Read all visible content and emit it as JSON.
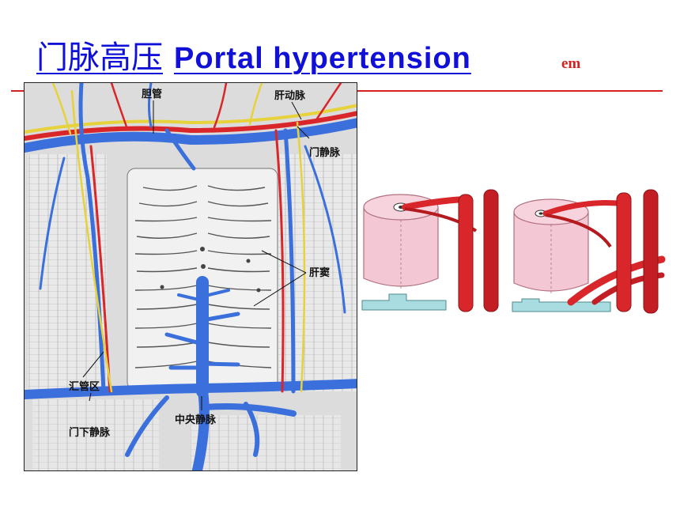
{
  "title": {
    "chinese": "门脉高压",
    "english": "Portal hypertension",
    "suffix": "em"
  },
  "labels": {
    "bile_duct": "胆管",
    "hepatic_artery": "肝动脉",
    "portal_vein": "门静脉",
    "hepatic_sinusoid": "肝窦",
    "portal_area": "汇管区",
    "sublobular_portal_vein": "门下静脉",
    "central_vein": "中央静脉"
  },
  "colors": {
    "title": "#1010d8",
    "accent_red": "#d42020",
    "artery": "#d8262a",
    "vein": "#3a6fdc",
    "bile": "#e6d23a",
    "cylinder": "#f3c7d3",
    "pipe": "#a8dce0"
  }
}
